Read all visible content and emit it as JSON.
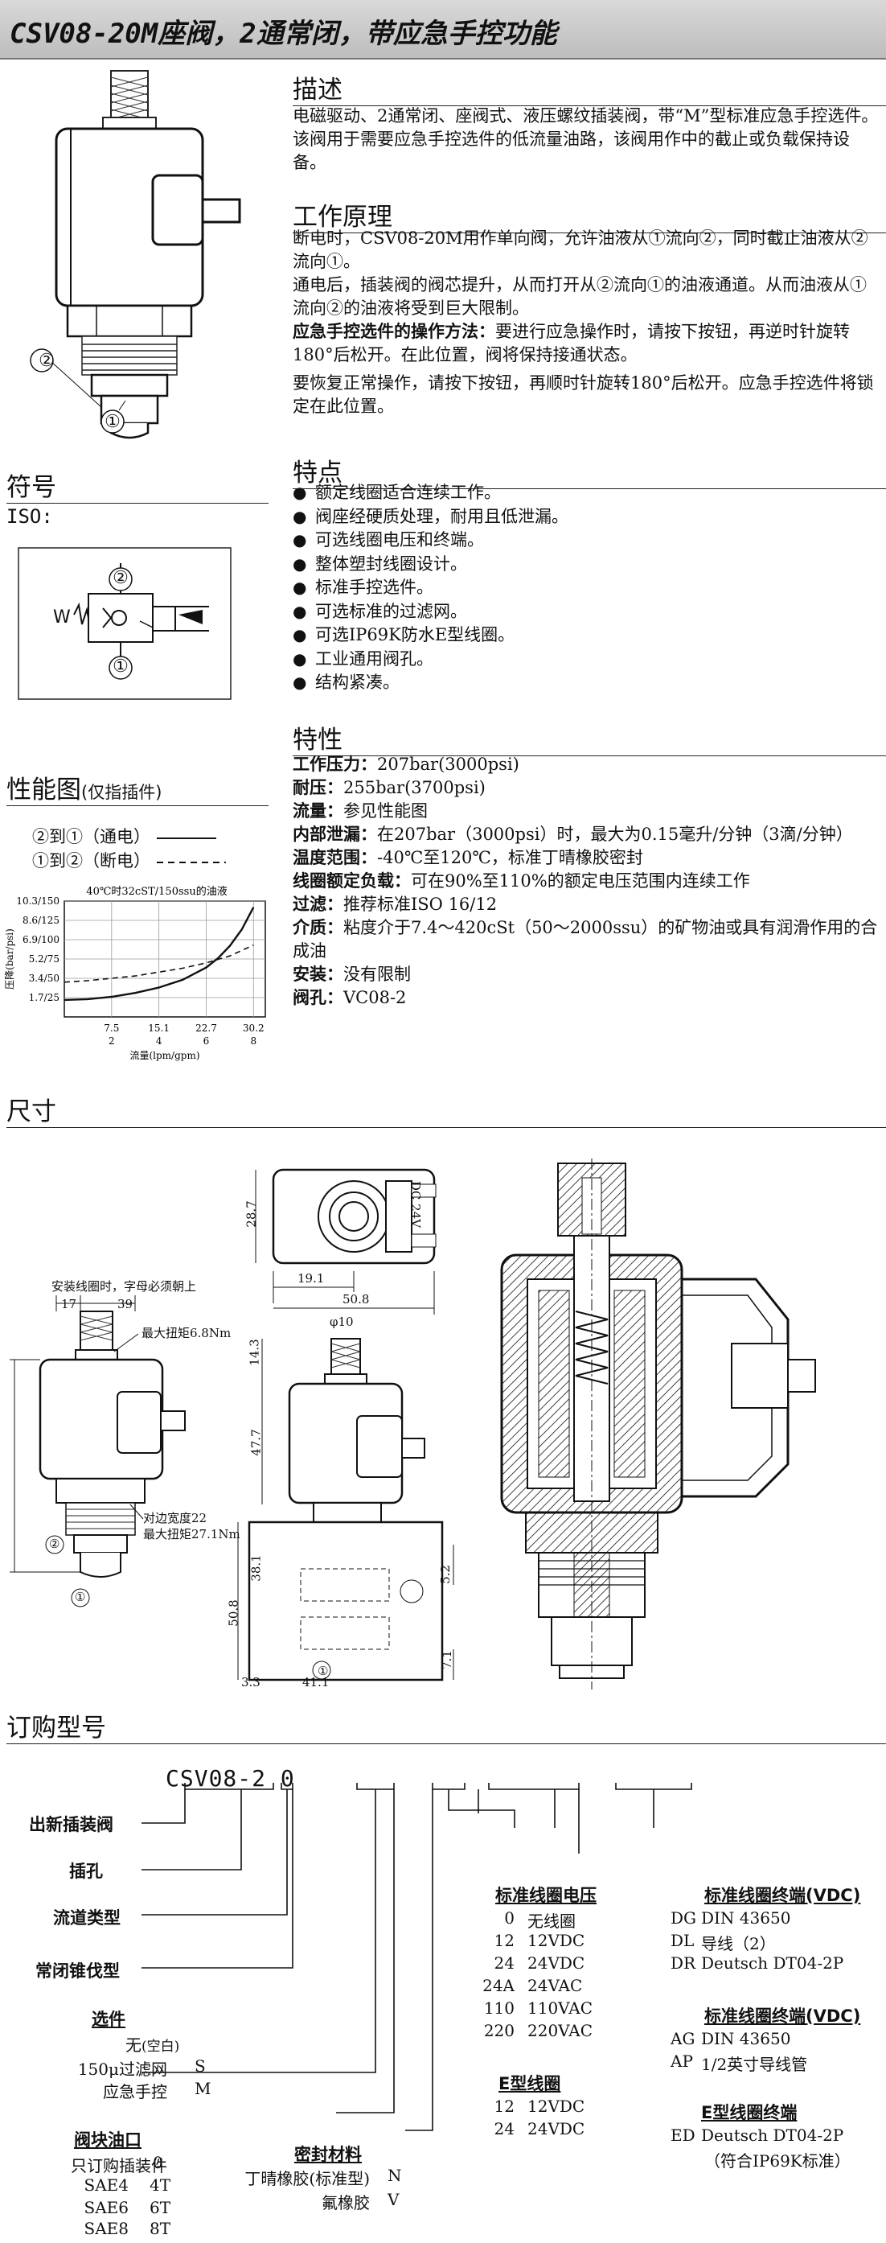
{
  "title": "CSV08-20M座阀，2通常闭，带应急手控功能",
  "description": {
    "heading": "描述",
    "text": "电磁驱动、2通常闭、座阀式、液压螺纹插装阀，带“M”型标准应急手控选件。该阀用于需要应急手控选件的低流量油路，该阀用作中的截止或负载保持设备。"
  },
  "principle": {
    "heading": "工作原理",
    "p1": "断电时，CSV08-20M用作单向阀，允许油液从①流向②，同时截止油液从②流向①。",
    "p2": "通电后，插装阀的阀芯提升，从而打开从②流向①的油液通道。从而油液从①流向②的油液将受到巨大限制。",
    "p3_bold": "应急手控选件的操作方法：",
    "p3": "要进行应急操作时，请按下按钮，再逆时针旋转180°后松开。在此位置，阀将保持接通状态。",
    "p4": "要恢复正常操作，请按下按钮，再顺时针旋转180°后松开。应急手控选件将锁定在此位置。"
  },
  "product_image": {
    "port2": "②",
    "port1": "①"
  },
  "symbol": {
    "heading": "符号",
    "iso_label": "ISO:",
    "port2": "②",
    "port1": "①",
    "spring": "W"
  },
  "features": {
    "heading": "特点",
    "items": [
      "额定线圈适合连续工作。",
      "阀座经硬质处理，耐用且低泄漏。",
      "可选线圈电压和终端。",
      "整体塑封线圈设计。",
      "标准手控选件。",
      "可选标准的过滤网。",
      "可选IP69K防水E型线圈。",
      "工业通用阀孔。",
      "结构紧凑。"
    ]
  },
  "specs": {
    "heading": "特性",
    "items": [
      {
        "label": "工作压力：",
        "value": "207bar(3000psi)"
      },
      {
        "label": "耐压：",
        "value": "255bar(3700psi)"
      },
      {
        "label": "流量：",
        "value": "参见性能图"
      },
      {
        "label": "内部泄漏：",
        "value": "在207bar（3000psi）时，最大为0.15毫升/分钟（3滴/分钟）"
      },
      {
        "label": "温度范围：",
        "value": "-40℃至120℃，标准丁晴橡胶密封"
      },
      {
        "label": "线圈额定负载：",
        "value": "可在90%至110%的额定电压范围内连续工作"
      },
      {
        "label": "过滤：",
        "value": "推荐标准ISO 16/12"
      },
      {
        "label": "介质：",
        "value": "粘度介于7.4～420cSt（50～2000ssu）的矿物油或具有润滑作用的合成油"
      },
      {
        "label": "安装：",
        "value": "没有限制"
      },
      {
        "label": "阀孔：",
        "value": "VC08-2"
      }
    ]
  },
  "performance": {
    "heading": "性能图",
    "heading_note": "(仅指插件)",
    "legend_energized": "②到①（通电）",
    "legend_deenergized": "①到②（断电）",
    "chart_data": {
      "type": "line",
      "title": "40℃时32cST/150ssu的油液",
      "xlabel": "流量(lpm/gpm)",
      "ylabel": "压降(bar/psi)",
      "x_ticks_lpm": [
        "7.5",
        "15.1",
        "22.7",
        "30.2"
      ],
      "x_ticks_gpm": [
        "2",
        "4",
        "6",
        "8"
      ],
      "y_ticks": [
        "1.7/25",
        "3.4/50",
        "5.2/75",
        "6.9/100",
        "8.6/125",
        "10.3/150"
      ],
      "xlim": [
        0,
        8.5
      ],
      "ylim": [
        0,
        150
      ],
      "grid": true,
      "series": [
        {
          "name": "②到①（通电）",
          "style": "solid",
          "x": [
            0,
            1,
            2,
            3,
            4,
            5,
            6,
            6.5,
            7,
            7.5,
            8
          ],
          "y": [
            22,
            23,
            26,
            31,
            38,
            48,
            64,
            76,
            92,
            113,
            142
          ]
        },
        {
          "name": "①到②（断电）",
          "style": "dashed",
          "x": [
            0,
            1,
            2,
            3,
            4,
            5,
            6,
            7,
            8
          ],
          "y": [
            45,
            47,
            50,
            53,
            58,
            63,
            70,
            79,
            93
          ]
        }
      ]
    }
  },
  "dimensions": {
    "heading": "尺寸",
    "note_install": "安装线圈时，字母必须朝上",
    "d17": "17",
    "d39": "39",
    "torque_max": "最大扭矩6.8Nm",
    "hex_note1": "对边宽度22",
    "hex_note2": "最大扭矩27.1Nm",
    "d28_7": "28.7",
    "d19_1": "19.1",
    "d50_8a": "50.8",
    "d_phi10": "φ10",
    "d14_3": "14.3",
    "d47_7": "47.7",
    "d38_1": "38.1",
    "d50_8b": "50.8",
    "d5_2": "5.2",
    "d7_1": "7.1",
    "d3_3": "3.3",
    "d41_1": "41.1",
    "coil_text": "DC 24V",
    "port2": "②",
    "port1": "①"
  },
  "ordering": {
    "heading": "订购型号",
    "code": "CSV08-2 0",
    "labels": [
      "出新插装阀",
      "插孔",
      "流道类型",
      "常闭锥伐型"
    ],
    "options": {
      "heading": "选件",
      "items": [
        {
          "name": "无",
          "note": "(空白)",
          "code": ""
        },
        {
          "name": "150μ过滤网",
          "code": "S"
        },
        {
          "name": "应急手控",
          "code": "M"
        }
      ]
    },
    "port": {
      "heading": "阀块油口",
      "items": [
        {
          "name": "只订购插装件",
          "code": "0"
        },
        {
          "name": "SAE4",
          "code": "4T"
        },
        {
          "name": "SAE6",
          "code": "6T"
        },
        {
          "name": "SAE8",
          "code": "8T"
        }
      ]
    },
    "seal": {
      "heading": "密封材料",
      "items": [
        {
          "name": "丁晴橡胶(标准型)",
          "code": "N"
        },
        {
          "name": "氟橡胶",
          "code": "V"
        }
      ]
    },
    "voltage": {
      "heading": "标准线圈电压",
      "items": [
        {
          "code": "0",
          "name": "无线圈"
        },
        {
          "code": "12",
          "name": "12VDC"
        },
        {
          "code": "24",
          "name": "24VDC"
        },
        {
          "code": "24A",
          "name": "24VAC"
        },
        {
          "code": "110",
          "name": "110VAC"
        },
        {
          "code": "220",
          "name": "220VAC"
        }
      ]
    },
    "e_coil": {
      "heading": "E型线圈",
      "items": [
        {
          "code": "12",
          "name": "12VDC"
        },
        {
          "code": "24",
          "name": "24VDC"
        }
      ]
    },
    "term_dc": {
      "heading": "标准线圈终端(VDC)",
      "items": [
        {
          "code": "DG",
          "name": "DIN 43650"
        },
        {
          "code": "DL",
          "name": "导线（2）"
        },
        {
          "code": "DR",
          "name": "Deutsch DT04-2P"
        }
      ]
    },
    "term_ac": {
      "heading": "标准线圈终端(VDC)",
      "items": [
        {
          "code": "AG",
          "name": "DIN 43650"
        },
        {
          "code": "AP",
          "name": "1/2英寸导线管"
        }
      ]
    },
    "term_e": {
      "heading": "E型线圈终端",
      "items": [
        {
          "code": "ED",
          "name": "Deutsch DT04-2P"
        }
      ],
      "note": "（符合IP69K标准）"
    }
  }
}
